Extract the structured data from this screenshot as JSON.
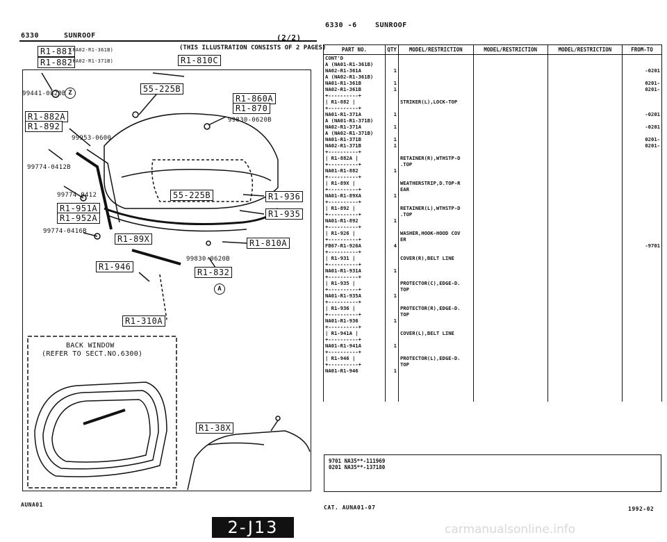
{
  "left": {
    "section": "6330",
    "title": "SUNROOF",
    "page": "(2/2)",
    "note": "(THIS ILLUSTRATION CONSISTS OF 2 PAGES)",
    "legend": [
      {
        "code": "R1-881",
        "desc": "(NA02-R1-361B)"
      },
      {
        "code": "R1-882",
        "desc": "(NA02-R1-371B)"
      }
    ],
    "parts": [
      "99441-0820B",
      "99953-0600",
      "99774-0412B",
      "99774-0412",
      "99774-0416B",
      "99830-0620B",
      "99830-0620B"
    ],
    "tags": [
      "R1-810C",
      "55-225B",
      "R1-860A",
      "R1-870",
      "R1-882A",
      "R1-892",
      "R1-951A",
      "R1-952A",
      "55-225B",
      "R1-936",
      "R1-935",
      "R1-89X",
      "R1-810A",
      "R1-946",
      "R1-832",
      "R1-310A",
      "R1-38X"
    ],
    "circle_a": "A",
    "circle_z": "Z",
    "back_window_1": "BACK WINDOW",
    "back_window_2": "(REFER TO SECT.NO.6300)",
    "footer_code": "AUNA01"
  },
  "right": {
    "section": "6330 -6",
    "title": "SUNROOF",
    "columns": [
      "PART NO.",
      "QTY",
      "MODEL/RESTRICTION",
      "MODEL/RESTRICTION",
      "MODEL/RESTRICTION",
      "FROM-TO"
    ],
    "rows": [
      {
        "part": "CONT'D",
        "qty": "",
        "desc": "",
        "from": ""
      },
      {
        "part": "A (NA01-R1-361B)",
        "qty": "",
        "desc": "",
        "from": ""
      },
      {
        "part": "NA02-R1-361A",
        "qty": "1",
        "desc": "",
        "from": "-0201"
      },
      {
        "part": "A (NA02-R1-361B)",
        "qty": "",
        "desc": "",
        "from": ""
      },
      {
        "part": "NA01-R1-361B",
        "qty": "1",
        "desc": "",
        "from": "0201-"
      },
      {
        "part": "NA02-R1-361B",
        "qty": "1",
        "desc": "",
        "from": "0201-"
      },
      {
        "part": "+----------+",
        "qty": "",
        "desc": "",
        "from": ""
      },
      {
        "part": "| R1-882 |",
        "qty": "",
        "desc": "STRIKER(L),LOCK-TOP",
        "from": ""
      },
      {
        "part": "+----------+",
        "qty": "",
        "desc": "",
        "from": ""
      },
      {
        "part": "NA01-R1-371A",
        "qty": "1",
        "desc": "",
        "from": "-0201"
      },
      {
        "part": "A (NA01-R1-371B)",
        "qty": "",
        "desc": "",
        "from": ""
      },
      {
        "part": "NA02-R1-371A",
        "qty": "1",
        "desc": "",
        "from": "-0201"
      },
      {
        "part": "A (NA02-R1-371B)",
        "qty": "",
        "desc": "",
        "from": ""
      },
      {
        "part": "NA01-R1-371B",
        "qty": "1",
        "desc": "",
        "from": "0201-"
      },
      {
        "part": "NA02-R1-371B",
        "qty": "1",
        "desc": "",
        "from": "0201-"
      },
      {
        "part": "+----------+",
        "qty": "",
        "desc": "",
        "from": ""
      },
      {
        "part": "| R1-882A |",
        "qty": "",
        "desc": "RETAINER(R),WTHSTP-D",
        "from": ""
      },
      {
        "part": "+----------+",
        "qty": "",
        "desc": ".TOP",
        "from": ""
      },
      {
        "part": "NA01-R1-882",
        "qty": "1",
        "desc": "",
        "from": ""
      },
      {
        "part": "+----------+",
        "qty": "",
        "desc": "",
        "from": ""
      },
      {
        "part": "| R1-89X |",
        "qty": "",
        "desc": "WEATHERSTRIP,D.TOP-R",
        "from": ""
      },
      {
        "part": "+----------+",
        "qty": "",
        "desc": "EAR",
        "from": ""
      },
      {
        "part": "NA01-R1-89XA",
        "qty": "1",
        "desc": "",
        "from": ""
      },
      {
        "part": "+----------+",
        "qty": "",
        "desc": "",
        "from": ""
      },
      {
        "part": "| R1-892 |",
        "qty": "",
        "desc": "RETAINER(L),WTHSTP-D",
        "from": ""
      },
      {
        "part": "+----------+",
        "qty": "",
        "desc": ".TOP",
        "from": ""
      },
      {
        "part": "NA01-R1-892",
        "qty": "1",
        "desc": "",
        "from": ""
      },
      {
        "part": "+----------+",
        "qty": "",
        "desc": "",
        "from": ""
      },
      {
        "part": "| R1-926 |",
        "qty": "",
        "desc": "WASHER,HOOK-HOOD COV",
        "from": ""
      },
      {
        "part": "+----------+",
        "qty": "",
        "desc": "ER",
        "from": ""
      },
      {
        "part": "FB67-R1-926A",
        "qty": "4",
        "desc": "",
        "from": "-9701"
      },
      {
        "part": "+----------+",
        "qty": "",
        "desc": "",
        "from": ""
      },
      {
        "part": "| R1-931 |",
        "qty": "",
        "desc": "COVER(R),BELT LINE",
        "from": ""
      },
      {
        "part": "+----------+",
        "qty": "",
        "desc": "",
        "from": ""
      },
      {
        "part": "NA01-R1-931A",
        "qty": "1",
        "desc": "",
        "from": ""
      },
      {
        "part": "+----------+",
        "qty": "",
        "desc": "",
        "from": ""
      },
      {
        "part": "| R1-935 |",
        "qty": "",
        "desc": "PROTECTOR(C),EDGE-D.",
        "from": ""
      },
      {
        "part": "+----------+",
        "qty": "",
        "desc": "TOP",
        "from": ""
      },
      {
        "part": "NA01-R1-935A",
        "qty": "1",
        "desc": "",
        "from": ""
      },
      {
        "part": "+----------+",
        "qty": "",
        "desc": "",
        "from": ""
      },
      {
        "part": "| R1-936 |",
        "qty": "",
        "desc": "PROTECTOR(R),EDGE-D.",
        "from": ""
      },
      {
        "part": "+----------+",
        "qty": "",
        "desc": "TOP",
        "from": ""
      },
      {
        "part": "NA01-R1-936",
        "qty": "1",
        "desc": "",
        "from": ""
      },
      {
        "part": "+----------+",
        "qty": "",
        "desc": "",
        "from": ""
      },
      {
        "part": "| R1-941A |",
        "qty": "",
        "desc": "COVER(L),BELT LINE",
        "from": ""
      },
      {
        "part": "+----------+",
        "qty": "",
        "desc": "",
        "from": ""
      },
      {
        "part": "NA01-R1-941A",
        "qty": "1",
        "desc": "",
        "from": ""
      },
      {
        "part": "+----------+",
        "qty": "",
        "desc": "",
        "from": ""
      },
      {
        "part": "| R1-946 |",
        "qty": "",
        "desc": "PROTECTOR(L),EDGE-D.",
        "from": ""
      },
      {
        "part": "+----------+",
        "qty": "",
        "desc": "TOP",
        "from": ""
      },
      {
        "part": "NA01-R1-946",
        "qty": "1",
        "desc": "",
        "from": ""
      }
    ],
    "notes": [
      "9701 NA35**-111969",
      "0201 NA35**-137180"
    ],
    "footer_cat": "CAT. AUNA01-07",
    "footer_date": "1992-02"
  },
  "banner": "2-J13",
  "watermark": "carmanualsonline.info"
}
